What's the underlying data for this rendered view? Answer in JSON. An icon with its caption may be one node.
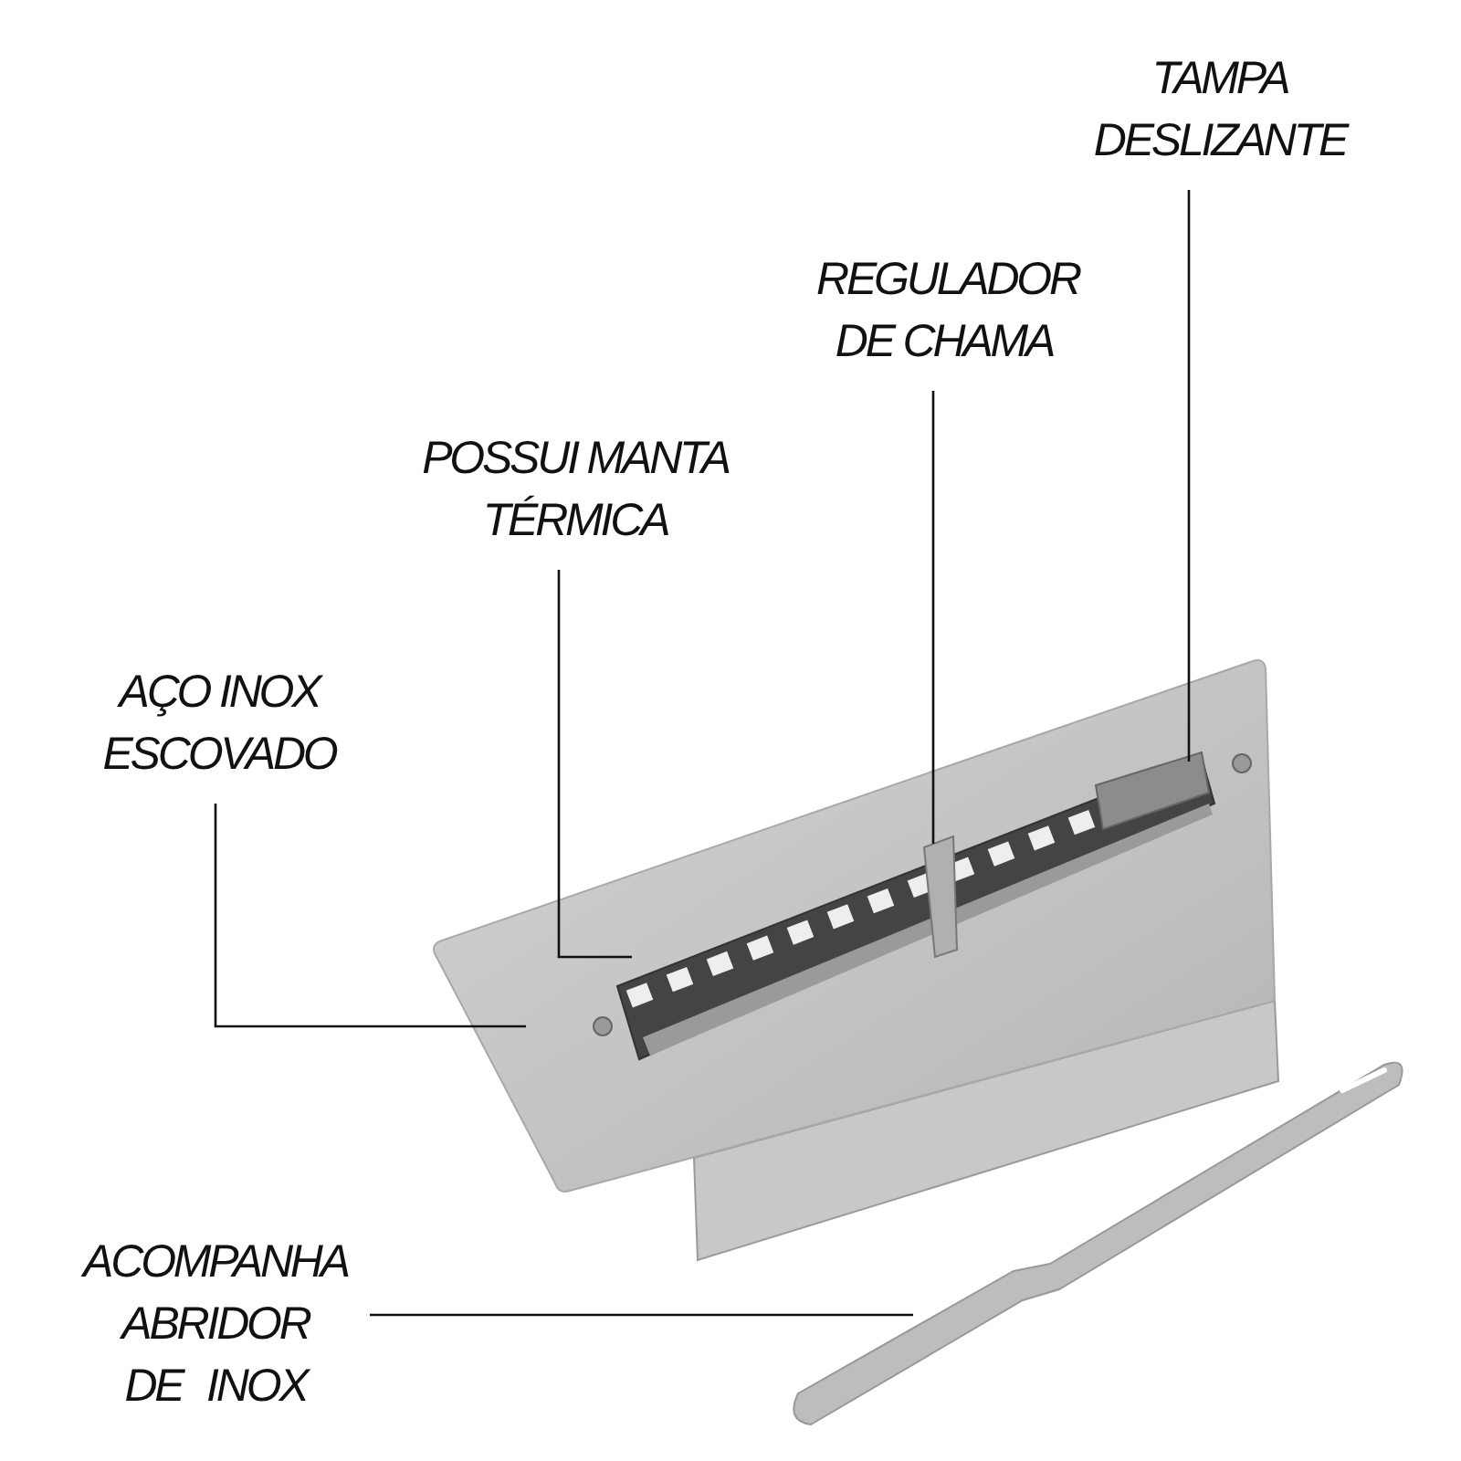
{
  "diagram": {
    "nodes": [
      {
        "text": [
          "TAMPA DESLIZANTE"
        ]
      },
      {
        "text": [
          "REGULADOR DE CHAMA"
        ]
      },
      {
        "text": [
          "POSSUI MANTA TÉRMICA"
        ]
      },
      {
        "text": [
          "AÇO INOX ESCOVADO"
        ]
      },
      {
        "text": [
          "ACOMPANHA ABRIDOR DE INOX"
        ]
      },
      {
        "text": [],
        "shape": "picture"
      },
      {
        "text": [],
        "shape": "picture",
        "in": 5
      },
      {
        "text": [],
        "shape": "picture",
        "in": 6
      },
      {
        "text": [],
        "shape": "picture",
        "in": 6
      },
      {
        "text": [],
        "shape": "picture"
      }
    ],
    "edges": [
      {
        "from": 0,
        "to": 8,
        "arrow": "none"
      },
      {
        "from": 1,
        "to": 7,
        "arrow": "none"
      },
      {
        "from": 2,
        "to": 6,
        "arrow": "none"
      },
      {
        "from": 3,
        "to": 5,
        "arrow": "none"
      },
      {
        "from": 4,
        "to": 9,
        "arrow": "none"
      }
    ]
  }
}
